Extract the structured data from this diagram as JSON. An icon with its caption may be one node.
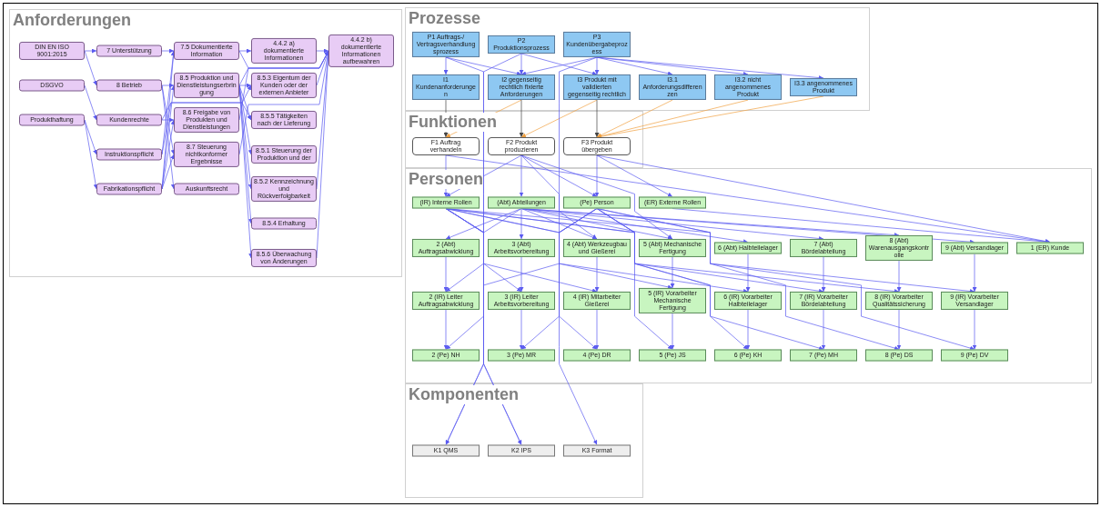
{
  "diagram": {
    "nodes": [
      {
        "text": [
          "Anforderungen"
        ]
      },
      {
        "text": [
          "DIN EN ISO 9001:2015"
        ],
        "in": 0
      },
      {
        "text": [
          "DSGVO"
        ],
        "in": 0
      },
      {
        "text": [
          "Produkthaftung"
        ],
        "in": 0
      },
      {
        "text": [
          "7 Unterstützung"
        ],
        "in": 0
      },
      {
        "text": [
          "8 Betrieb"
        ],
        "in": 0
      },
      {
        "text": [
          "Kundenrechte"
        ],
        "in": 0
      },
      {
        "text": [
          "Instruktionspflicht"
        ],
        "in": 0
      },
      {
        "text": [
          "Fabrikationspflicht"
        ],
        "in": 0
      },
      {
        "text": [
          "7.5 Dokumentierte Information"
        ],
        "in": 0
      },
      {
        "text": [
          "8.5 Produktion und Dienstleistungserbringung"
        ],
        "in": 0
      },
      {
        "text": [
          "8.6 Freigabe von Produkten und Dienstleistungen"
        ],
        "in": 0
      },
      {
        "text": [
          "8.7 Steuerung nichtkonformer Ergebnisse"
        ],
        "in": 0
      },
      {
        "text": [
          "Auskunftsrecht"
        ],
        "in": 0
      },
      {
        "text": [
          "4.4.2 a) dokumentierte Informationen"
        ],
        "in": 0
      },
      {
        "text": [
          "8.5.3 Eigentum der Kunden oder der externen Anbieter"
        ],
        "in": 0
      },
      {
        "text": [
          "8.5.5 Tätigkeiten nach der Lieferung"
        ],
        "in": 0
      },
      {
        "text": [
          "8.5.1 Steuerung der Produktion und der"
        ],
        "in": 0
      },
      {
        "text": [
          "8.5.2 Kennzeichnung und Rückverfolgbarkeit"
        ],
        "in": 0
      },
      {
        "text": [
          "8.5.4 Erhaltung"
        ],
        "in": 0
      },
      {
        "text": [
          "8.5.6 Überwachung von Änderungen"
        ],
        "in": 0
      },
      {
        "text": [
          "4.4.2 b) dokumentierte Informationen aufbewahren"
        ],
        "in": 0
      },
      {
        "text": [
          "Prozesse"
        ]
      },
      {
        "text": [
          "P1 Auftrags-/ Vertragsverhandlungsprozess"
        ],
        "in": 22
      },
      {
        "text": [
          "P2 Produktionsprozess"
        ],
        "in": 22
      },
      {
        "text": [
          "P3 Kundenübergabeprozess"
        ],
        "in": 22
      },
      {
        "text": [
          "I1 Kundenanforderungen"
        ],
        "in": 22
      },
      {
        "text": [
          "I2 gegenseitig rechtlich fixierte Anforderungen"
        ],
        "in": 22
      },
      {
        "text": [
          "I3 Produkt mit validierten gegenseitig rechtlich"
        ],
        "in": 22
      },
      {
        "text": [
          "I3.1 Anforderungsdifferenzen"
        ],
        "in": 22
      },
      {
        "text": [
          "I3.2 nicht angenommenes Produkt"
        ],
        "in": 22
      },
      {
        "text": [
          "I3.3 angenommenes Produkt"
        ],
        "in": 22
      },
      {
        "text": [
          "Funktionen"
        ]
      },
      {
        "text": [
          "F1 Auftrag verhandeln"
        ],
        "in": 32
      },
      {
        "text": [
          "F2 Produkt produzieren"
        ],
        "in": 32
      },
      {
        "text": [
          "F3 Produkt übergeben"
        ],
        "in": 32
      },
      {
        "text": [
          "Personen"
        ]
      },
      {
        "text": [
          "(IR) Interne Rollen"
        ],
        "in": 36
      },
      {
        "text": [
          "(Abt) Abteilungen"
        ],
        "in": 36
      },
      {
        "text": [
          "(Pe) Person"
        ],
        "in": 36
      },
      {
        "text": [
          "(ER) Externe Rollen"
        ],
        "in": 36
      },
      {
        "text": [
          "2 (Abt) Auftragsabwicklung"
        ],
        "in": 36
      },
      {
        "text": [
          "3 (Abt) Arbeitsvorbereitung"
        ],
        "in": 36
      },
      {
        "text": [
          "4 (Abt) Werkzeugbau und Gießerei"
        ],
        "in": 36
      },
      {
        "text": [
          "5 (Abt) Mechanische Fertigung"
        ],
        "in": 36
      },
      {
        "text": [
          "6 (Abt) Halbteilelager"
        ],
        "in": 36
      },
      {
        "text": [
          "7 (Abt) Bördelabteilung"
        ],
        "in": 36
      },
      {
        "text": [
          "8 (Abt) Warenausgangskontrolle"
        ],
        "in": 36
      },
      {
        "text": [
          "9 (Abt) Versandlager"
        ],
        "in": 36
      },
      {
        "text": [
          "1 (ER) Kunde"
        ],
        "in": 36
      },
      {
        "text": [
          "2 (IR) Leiter Auftragsabwicklung"
        ],
        "in": 36
      },
      {
        "text": [
          "3 (IR) Leiter Arbeitsvorbereitung"
        ],
        "in": 36
      },
      {
        "text": [
          "4 (IR) Mitarbeiter Gießerei"
        ],
        "in": 36
      },
      {
        "text": [
          "5 (IR) Vorarbeiter Mechanische Fertigung"
        ],
        "in": 36
      },
      {
        "text": [
          "6 (IR) Vorarbeiter Halbteilelager"
        ],
        "in": 36
      },
      {
        "text": [
          "7 (IR) Vorarbeiter Bördelabteilung"
        ],
        "in": 36
      },
      {
        "text": [
          "8 (IR) Vorarbeiter Qualitätssicherung"
        ],
        "in": 36
      },
      {
        "text": [
          "9 (IR) Vorarbeiter Versandlager"
        ],
        "in": 36
      },
      {
        "text": [
          "2 (Pe) NH"
        ],
        "in": 36
      },
      {
        "text": [
          "3 (Pe) MR"
        ],
        "in": 36
      },
      {
        "text": [
          "4 (Pe) DR"
        ],
        "in": 36
      },
      {
        "text": [
          "5 (Pe) JS"
        ],
        "in": 36
      },
      {
        "text": [
          "6 (Pe) KH"
        ],
        "in": 36
      },
      {
        "text": [
          "7 (Pe) MH"
        ],
        "in": 36
      },
      {
        "text": [
          "8 (Pe) DS"
        ],
        "in": 36
      },
      {
        "text": [
          "9 (Pe) DV"
        ],
        "in": 36
      },
      {
        "text": [
          "Komponenten"
        ]
      },
      {
        "text": [
          "K1 QMS"
        ],
        "in": 66
      },
      {
        "text": [
          "K2 IPS"
        ],
        "in": 66
      },
      {
        "text": [
          "K3 Format"
        ],
        "in": 66
      }
    ],
    "edges": [
      {
        "from": 1,
        "to": 4,
        "arrow": "to"
      },
      {
        "from": 1,
        "to": 5,
        "arrow": "to"
      },
      {
        "from": 2,
        "to": 6,
        "arrow": "to"
      },
      {
        "from": 3,
        "to": 7,
        "arrow": "to"
      },
      {
        "from": 3,
        "to": 8,
        "arrow": "to"
      },
      {
        "from": 4,
        "to": 9,
        "arrow": "to"
      },
      {
        "from": 5,
        "to": 10,
        "arrow": "to"
      },
      {
        "from": 5,
        "to": 13,
        "arrow": "to"
      },
      {
        "from": 5,
        "to": 12,
        "arrow": "to"
      },
      {
        "from": 6,
        "to": 11,
        "arrow": "to"
      },
      {
        "from": 6,
        "to": 16,
        "arrow": "to"
      },
      {
        "from": 7,
        "to": 9,
        "arrow": "to"
      },
      {
        "from": 7,
        "to": 15,
        "arrow": "to"
      },
      {
        "from": 8,
        "to": 9,
        "arrow": "to"
      },
      {
        "from": 8,
        "to": 10,
        "arrow": "to"
      },
      {
        "from": 8,
        "to": 11,
        "arrow": "to"
      },
      {
        "from": 8,
        "to": 12,
        "arrow": "to"
      },
      {
        "from": 9,
        "to": 14,
        "arrow": "to"
      },
      {
        "from": 9,
        "to": 21,
        "arrow": "to"
      },
      {
        "from": 10,
        "to": 15,
        "arrow": "to"
      },
      {
        "from": 10,
        "to": 16,
        "arrow": "to"
      },
      {
        "from": 10,
        "to": 17,
        "arrow": "to"
      },
      {
        "from": 10,
        "to": 18,
        "arrow": "to"
      },
      {
        "from": 10,
        "to": 19,
        "arrow": "to"
      },
      {
        "from": 10,
        "to": 20,
        "arrow": "to"
      },
      {
        "from": 10,
        "to": 21,
        "arrow": "to"
      },
      {
        "from": 11,
        "to": 21,
        "arrow": "to"
      },
      {
        "from": 12,
        "to": 21,
        "arrow": "to"
      },
      {
        "from": 14,
        "to": 21,
        "arrow": "to"
      },
      {
        "from": 15,
        "to": 21,
        "arrow": "to"
      },
      {
        "from": 18,
        "to": 21,
        "arrow": "to"
      },
      {
        "from": 20,
        "to": 21,
        "arrow": "to"
      },
      {
        "from": 23,
        "to": 26,
        "arrow": "to"
      },
      {
        "from": 23,
        "to": 27,
        "arrow": "to"
      },
      {
        "from": 24,
        "to": 27,
        "arrow": "to"
      },
      {
        "from": 24,
        "to": 28,
        "arrow": "to"
      },
      {
        "from": 25,
        "to": 27,
        "arrow": "to"
      },
      {
        "from": 25,
        "to": 28,
        "arrow": "to"
      },
      {
        "from": 25,
        "to": 29,
        "arrow": "to"
      },
      {
        "from": 25,
        "to": 30,
        "arrow": "to"
      },
      {
        "from": 25,
        "to": 31,
        "arrow": "to"
      },
      {
        "from": 26,
        "to": 33,
        "arrow": "to",
        "color": "#444444"
      },
      {
        "from": 27,
        "to": 33,
        "arrow": "to",
        "color": "#f0a040"
      },
      {
        "from": 27,
        "to": 34,
        "arrow": "to",
        "color": "#444444"
      },
      {
        "from": 28,
        "to": 34,
        "arrow": "to",
        "color": "#f0a040"
      },
      {
        "from": 28,
        "to": 35,
        "arrow": "to",
        "color": "#444444"
      },
      {
        "from": 29,
        "to": 35,
        "arrow": "to",
        "color": "#f0a040"
      },
      {
        "from": 30,
        "to": 35,
        "arrow": "to",
        "color": "#f0a040"
      },
      {
        "from": 31,
        "to": 35,
        "arrow": "to",
        "color": "#f0a040"
      },
      {
        "from": 23,
        "to": 67,
        "arrow": "to"
      },
      {
        "from": 24,
        "to": 68,
        "arrow": "to"
      },
      {
        "from": 25,
        "to": 69,
        "arrow": "to"
      },
      {
        "from": 33,
        "to": 37,
        "arrow": "to"
      },
      {
        "from": 33,
        "to": 49,
        "arrow": "to"
      },
      {
        "from": 34,
        "to": 37,
        "arrow": "to"
      },
      {
        "from": 34,
        "to": 38,
        "arrow": "to"
      },
      {
        "from": 34,
        "to": 39,
        "arrow": "to"
      },
      {
        "from": 34,
        "to": 43,
        "arrow": "to"
      },
      {
        "from": 34,
        "to": 44,
        "arrow": "to"
      },
      {
        "from": 35,
        "to": 39,
        "arrow": "to"
      },
      {
        "from": 35,
        "to": 40,
        "arrow": "to"
      },
      {
        "from": 35,
        "to": 49,
        "arrow": "to"
      },
      {
        "from": 37,
        "to": 50,
        "arrow": "to"
      },
      {
        "from": 37,
        "to": 51,
        "arrow": "to"
      },
      {
        "from": 37,
        "to": 52,
        "arrow": "to"
      },
      {
        "from": 37,
        "to": 53,
        "arrow": "to"
      },
      {
        "from": 37,
        "to": 54,
        "arrow": "to"
      },
      {
        "from": 37,
        "to": 55,
        "arrow": "to"
      },
      {
        "from": 37,
        "to": 56,
        "arrow": "to"
      },
      {
        "from": 37,
        "to": 57,
        "arrow": "to"
      },
      {
        "from": 38,
        "to": 41,
        "arrow": "to"
      },
      {
        "from": 38,
        "to": 42,
        "arrow": "to"
      },
      {
        "from": 38,
        "to": 43,
        "arrow": "to"
      },
      {
        "from": 38,
        "to": 44,
        "arrow": "to"
      },
      {
        "from": 38,
        "to": 45,
        "arrow": "to"
      },
      {
        "from": 38,
        "to": 46,
        "arrow": "to"
      },
      {
        "from": 38,
        "to": 47,
        "arrow": "to"
      },
      {
        "from": 38,
        "to": 48,
        "arrow": "to"
      },
      {
        "from": 39,
        "to": 58,
        "arrow": "to"
      },
      {
        "from": 39,
        "to": 59,
        "arrow": "to"
      },
      {
        "from": 39,
        "to": 60,
        "arrow": "to"
      },
      {
        "from": 39,
        "to": 61,
        "arrow": "to"
      },
      {
        "from": 39,
        "to": 62,
        "arrow": "to"
      },
      {
        "from": 39,
        "to": 63,
        "arrow": "to"
      },
      {
        "from": 39,
        "to": 64,
        "arrow": "to"
      },
      {
        "from": 39,
        "to": 65,
        "arrow": "to"
      },
      {
        "from": 40,
        "to": 49,
        "arrow": "to"
      },
      {
        "from": 41,
        "to": 50,
        "arrow": "to"
      },
      {
        "from": 42,
        "to": 51,
        "arrow": "to"
      },
      {
        "from": 43,
        "to": 52,
        "arrow": "to"
      },
      {
        "from": 44,
        "to": 53,
        "arrow": "to"
      },
      {
        "from": 45,
        "to": 54,
        "arrow": "to"
      },
      {
        "from": 46,
        "to": 55,
        "arrow": "to"
      },
      {
        "from": 47,
        "to": 56,
        "arrow": "to"
      },
      {
        "from": 48,
        "to": 57,
        "arrow": "to"
      },
      {
        "from": 50,
        "to": 58,
        "arrow": "to"
      },
      {
        "from": 51,
        "to": 59,
        "arrow": "to"
      },
      {
        "from": 52,
        "to": 60,
        "arrow": "to"
      },
      {
        "from": 53,
        "to": 61,
        "arrow": "to"
      },
      {
        "from": 54,
        "to": 62,
        "arrow": "to"
      },
      {
        "from": 55,
        "to": 63,
        "arrow": "to"
      },
      {
        "from": 56,
        "to": 64,
        "arrow": "to"
      },
      {
        "from": 57,
        "to": 65,
        "arrow": "to"
      },
      {
        "from": 37,
        "to": 67,
        "arrow": "to"
      },
      {
        "from": 38,
        "to": 68,
        "arrow": "to"
      }
    ]
  }
}
